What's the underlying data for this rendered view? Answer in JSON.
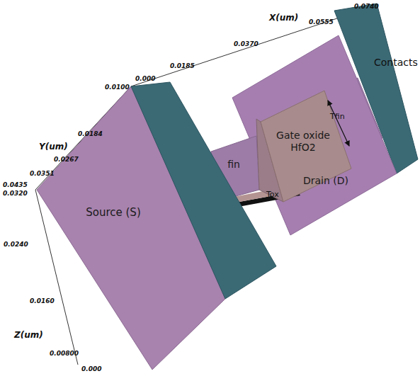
{
  "diagram": {
    "nodes": [
      {
        "text": [
          "Source (S)"
        ]
      },
      {
        "text": [
          "fin"
        ]
      },
      {
        "text": [
          "Gate oxide HfO2"
        ]
      },
      {
        "text": [
          "Drain (D)"
        ]
      }
    ],
    "labels": [
      "X(um)",
      "0.000",
      "0.0185",
      "0.0370",
      "0.0555",
      "0.0740",
      "0.0100",
      "Y(um)",
      "0.0184",
      "0.0267",
      "0.0351",
      "0.0435",
      "0.0320",
      "0.0240",
      "0.0160",
      "Z(um)",
      "0.00800",
      "0.000",
      "Contacts",
      "Tfin",
      "Tox"
    ]
  }
}
